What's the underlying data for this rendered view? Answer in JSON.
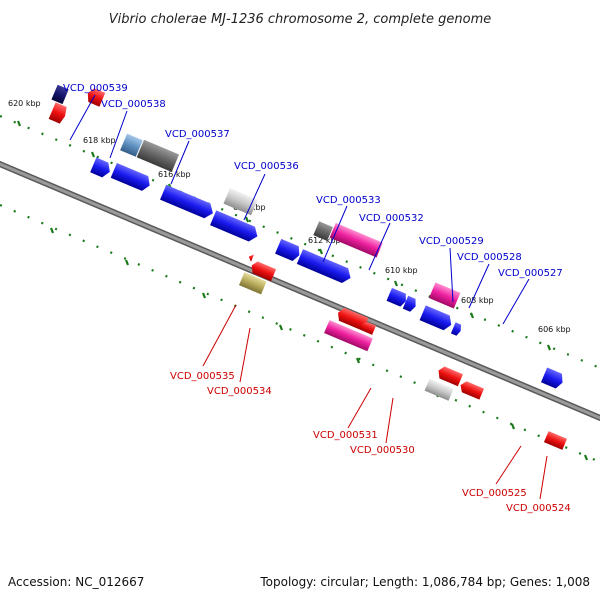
{
  "title": "Vibrio cholerae MJ-1236 chromosome 2, complete genome",
  "footer": {
    "accession": "Accession: NC_012667",
    "summary": "Topology: circular; Length: 1,086,784 bp; Genes: 1,008"
  },
  "colors": {
    "forward_label": "#0000cc",
    "reverse_label": "#cc0000",
    "backbone": "#8a8a8a",
    "tick": "#1a7a1a"
  },
  "ticks": [
    "620 kbp",
    "618 kbp",
    "616 kbp",
    "614 kbp",
    "612 kbp",
    "610 kbp",
    "608 kbp",
    "606 kbp"
  ],
  "genes_top": [
    "VCD_000539",
    "VCD_000538",
    "VCD_000537",
    "VCD_000536",
    "VCD_000533",
    "VCD_000532",
    "VCD_000529",
    "VCD_000528",
    "VCD_000527"
  ],
  "genes_bottom": [
    "VCD_000535",
    "VCD_000534",
    "VCD_000531",
    "VCD_000530",
    "VCD_000525",
    "VCD_000524"
  ]
}
